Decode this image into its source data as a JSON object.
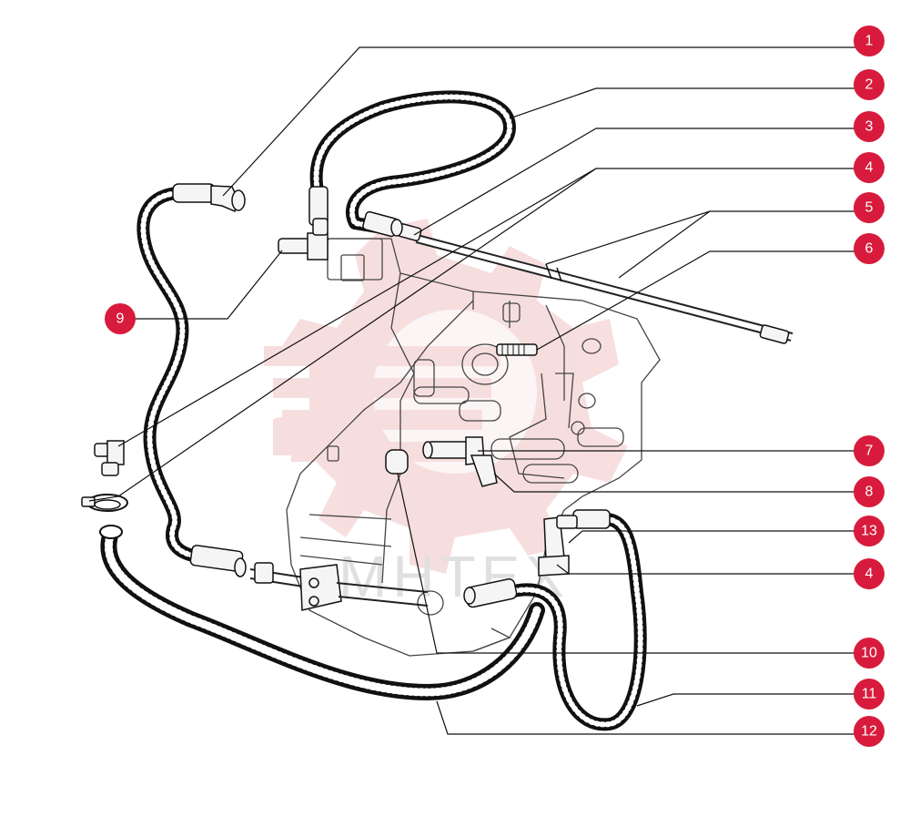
{
  "watermark": {
    "text": "МНТЕХ",
    "color": "#e0e0e0",
    "logo_color": "#f2c4c4"
  },
  "badge_color": "#d81b3c",
  "callouts": [
    {
      "id": "1",
      "label": "1"
    },
    {
      "id": "2",
      "label": "2"
    },
    {
      "id": "3",
      "label": "3"
    },
    {
      "id": "4a",
      "label": "4"
    },
    {
      "id": "5",
      "label": "5"
    },
    {
      "id": "6",
      "label": "6"
    },
    {
      "id": "7",
      "label": "7"
    },
    {
      "id": "8",
      "label": "8"
    },
    {
      "id": "13",
      "label": "13"
    },
    {
      "id": "4b",
      "label": "4"
    },
    {
      "id": "10",
      "label": "10"
    },
    {
      "id": "11",
      "label": "11"
    },
    {
      "id": "12",
      "label": "12"
    },
    {
      "id": "9",
      "label": "9"
    }
  ]
}
